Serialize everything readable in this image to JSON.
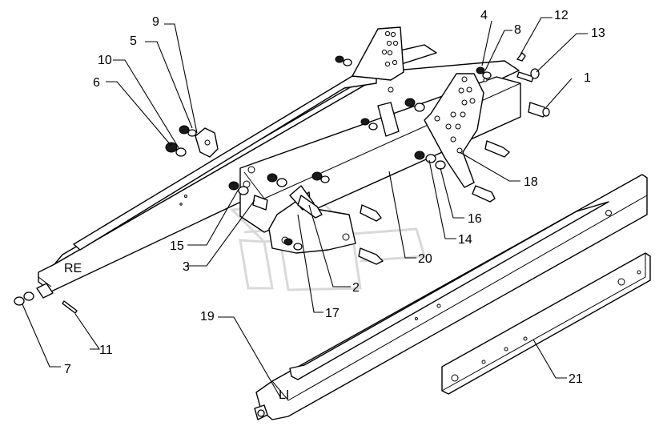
{
  "callouts": {
    "c1": "1",
    "c2": "2",
    "c3": "3",
    "c4": "4",
    "c5": "5",
    "c6": "6",
    "c7": "7",
    "c8": "8",
    "c9": "9",
    "c10": "10",
    "c11": "11",
    "c12": "12",
    "c13": "13",
    "c14": "14",
    "c15": "15",
    "c16": "16",
    "c17": "17",
    "c18": "18",
    "c19": "19",
    "c20": "20",
    "c21": "21"
  },
  "side_labels": {
    "right": "RE",
    "left": "LI"
  }
}
